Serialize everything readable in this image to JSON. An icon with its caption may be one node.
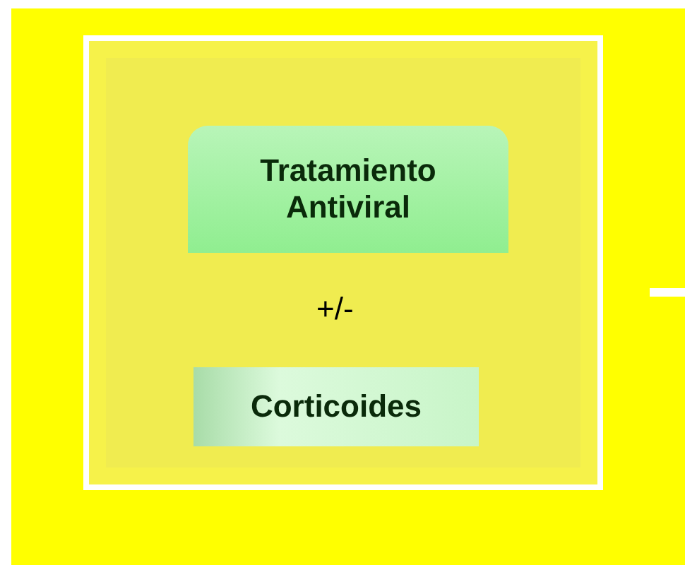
{
  "diagram": {
    "nodes": [
      {
        "text": [],
        "shape": "box"
      },
      {
        "text": [
          "Tratamiento Antiviral"
        ],
        "in": 0
      },
      {
        "text": [
          "Corticoides"
        ],
        "in": 0
      }
    ],
    "labels": [
      "+/-"
    ]
  }
}
